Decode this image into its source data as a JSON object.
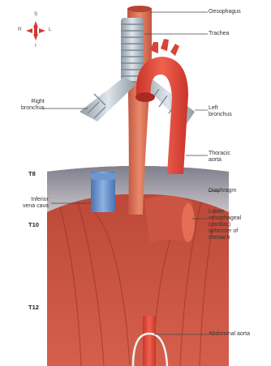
{
  "compass": {
    "superior": "S",
    "right": "R",
    "left": "L",
    "inferior": "I"
  },
  "labels": {
    "oesophagus": "Oesophagus",
    "trachea": "Trachea",
    "right_bronchus": [
      "Right",
      "bronchus"
    ],
    "left_bronchus": [
      "Left",
      "bronchus"
    ],
    "thoracic_aorta": [
      "Thoracic",
      "aorta"
    ],
    "diaphragm": "Diaphragm",
    "inferior_vena_cava": [
      "Inferior",
      "vena cava"
    ],
    "lower_sphincter": [
      "Lower",
      "oesophageal",
      "(cardiac)",
      "sphincter of",
      "stomach"
    ],
    "abdominal_aorta": "Abdominal aorta"
  },
  "levels": {
    "t8": "T8",
    "t10": "T10",
    "t12": "T12"
  },
  "colors": {
    "muscle": "#c94a3c",
    "artery": "#e0483a",
    "oesophagus": "#d9694f",
    "trachea": "#b9c3cc",
    "vena_cava": "#5a86c4",
    "diaphragm": "#9a9aa8",
    "leader": "#444444"
  }
}
